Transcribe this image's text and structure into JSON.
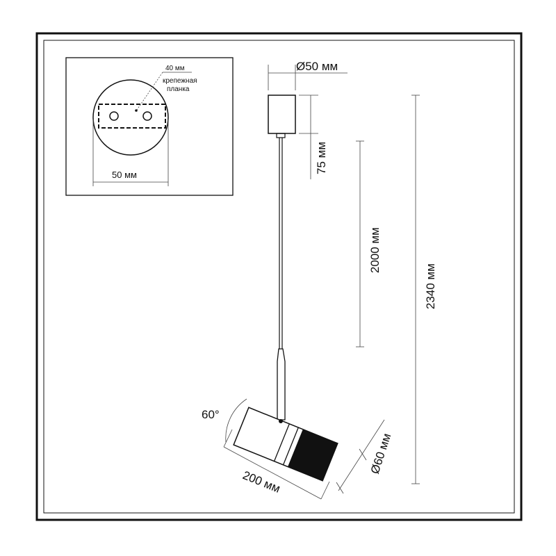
{
  "inset": {
    "label_40": "40 мм",
    "label_bracket_1": "крепежная",
    "label_bracket_2": "планка",
    "label_50": "50 мм"
  },
  "dimensions": {
    "canopy_diameter": "Ø50 мм",
    "canopy_height": "75 мм",
    "rod_length": "2000 мм",
    "total_height": "2340 мм",
    "rotation_angle": "60°",
    "head_length": "200 мм",
    "head_diameter": "Ø60 мм"
  }
}
